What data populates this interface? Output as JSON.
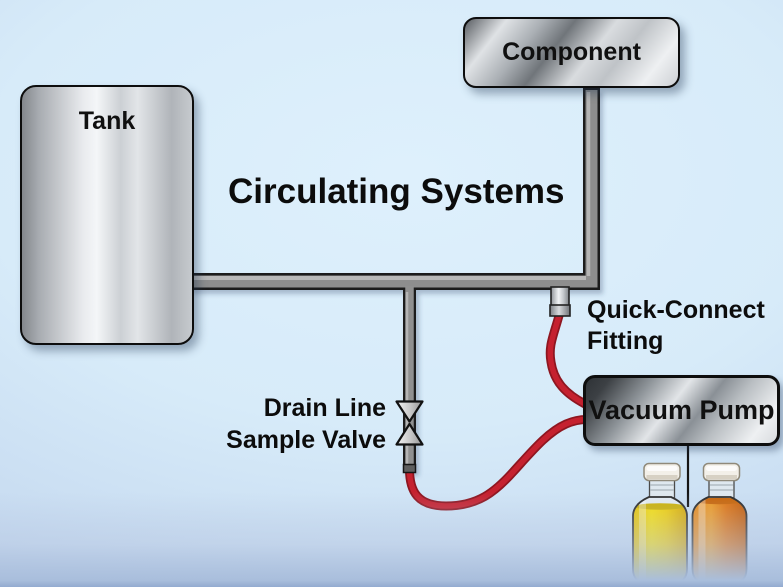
{
  "title": "Circulating Systems",
  "nodes": {
    "tank": {
      "label": "Tank"
    },
    "component": {
      "label": "Component"
    },
    "vacuum_pump": {
      "label": "Vacuum Pump"
    }
  },
  "annotations": {
    "quick_connect": {
      "line1": "Quick-Connect",
      "line2": "Fitting"
    },
    "drain_valve": {
      "line1": "Drain Line",
      "line2": "Sample Valve"
    }
  },
  "icons": {
    "valve": "sample-valve-icon",
    "fitting": "quick-connect-fitting-icon",
    "bottle_left": "yellow-sample-bottle-icon",
    "bottle_right": "orange-sample-bottle-icon"
  },
  "colors": {
    "background": "#d7ebf9",
    "background_edge": "#b0c7e6",
    "pipe_fill": "#8e8e8e",
    "pipe_outline": "#1a1a1a",
    "tube_red": "#c5212f",
    "sample_yellow": "#f2cf06",
    "sample_orange": "#e07410"
  }
}
